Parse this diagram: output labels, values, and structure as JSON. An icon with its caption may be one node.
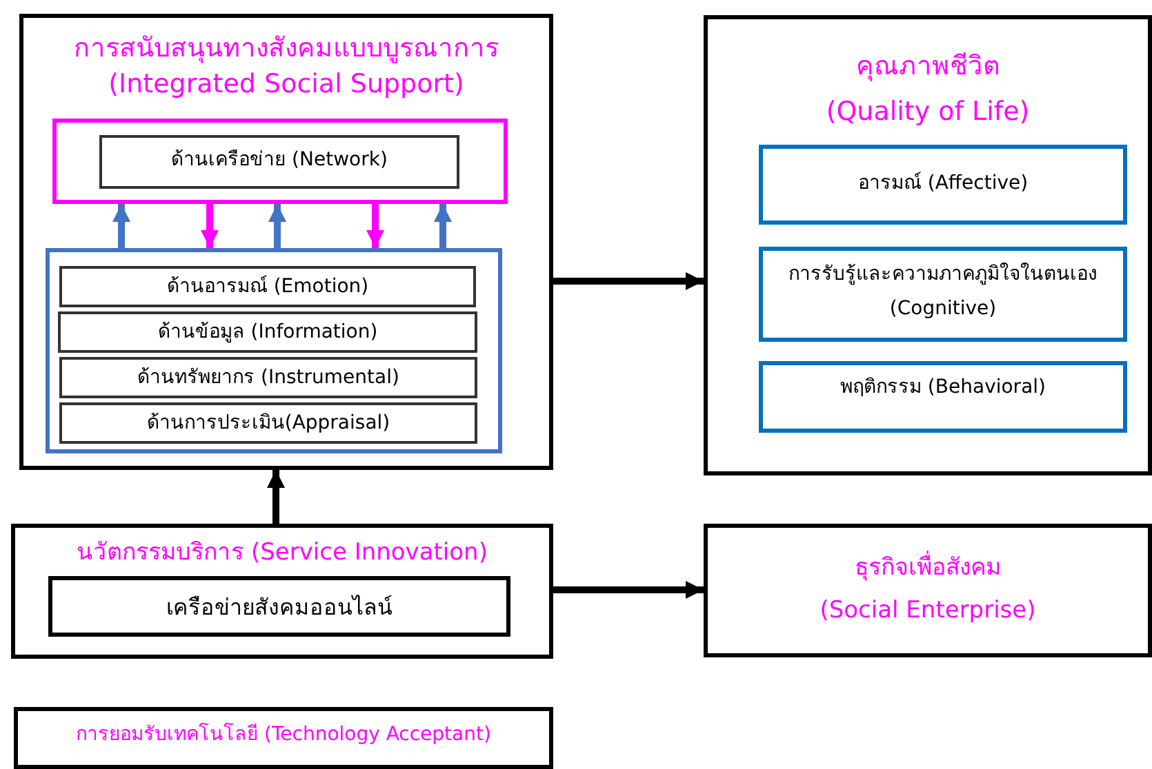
{
  "diagram": {
    "nodes": [
      {
        "text": [
          "การสนับสนุนทางสังคมแบบบูรณาการ",
          "(Integrated Social Support)"
        ]
      },
      {
        "text": [],
        "shape": "box",
        "in": 0
      },
      {
        "text": [
          "ด้านเครือข่าย (Network)"
        ],
        "in": 1
      },
      {
        "text": [],
        "shape": "box",
        "in": 0
      },
      {
        "text": [
          "ด้านอารมณ์ (Emotion)"
        ],
        "in": 3
      },
      {
        "text": [
          "ด้านข้อมูล (Information)"
        ],
        "in": 3
      },
      {
        "text": [
          "ด้านทรัพยากร (Instrumental)"
        ],
        "in": 3
      },
      {
        "text": [
          "ด้านการประเมิน(Appraisal)"
        ],
        "in": 3
      },
      {
        "text": [
          "คุณภาพชีวิต",
          "(Quality of Life)"
        ]
      },
      {
        "text": [
          "อารมณ์ (Affective)"
        ],
        "in": 8
      },
      {
        "text": [
          "การรับรู้และความภาคภูมิใจในตนเอง (Cognitive)"
        ],
        "in": 8
      },
      {
        "text": [
          "พฤติกรรม (Behavioral)"
        ],
        "in": 8
      },
      {
        "text": [
          "นวัตกรรมบริการ (Service Innovation)"
        ]
      },
      {
        "text": [
          "เครือข่ายสังคมออนไลน์"
        ],
        "in": 12
      },
      {
        "text": [
          "ธุรกิจเพื่อสังคม",
          "(Social Enterprise)"
        ]
      },
      {
        "text": [
          "การยอมรับเทคโนโลยี (Technology Acceptant)"
        ]
      }
    ],
    "edges": [
      {
        "from": 3,
        "to": 1,
        "arrow": "to",
        "color": "#4472c4"
      },
      {
        "from": 1,
        "to": 3,
        "arrow": "to",
        "color": "#ff00ff"
      },
      {
        "from": 3,
        "to": 1,
        "arrow": "to",
        "color": "#4472c4"
      },
      {
        "from": 1,
        "to": 3,
        "arrow": "to",
        "color": "#ff00ff"
      },
      {
        "from": 3,
        "to": 1,
        "arrow": "to",
        "color": "#4472c4"
      },
      {
        "from": 0,
        "to": 8,
        "arrow": "to",
        "color": "#000000"
      },
      {
        "from": 12,
        "to": 0,
        "arrow": "to",
        "color": "#000000"
      },
      {
        "from": 12,
        "to": 14,
        "arrow": "to",
        "color": "#000000"
      }
    ]
  }
}
